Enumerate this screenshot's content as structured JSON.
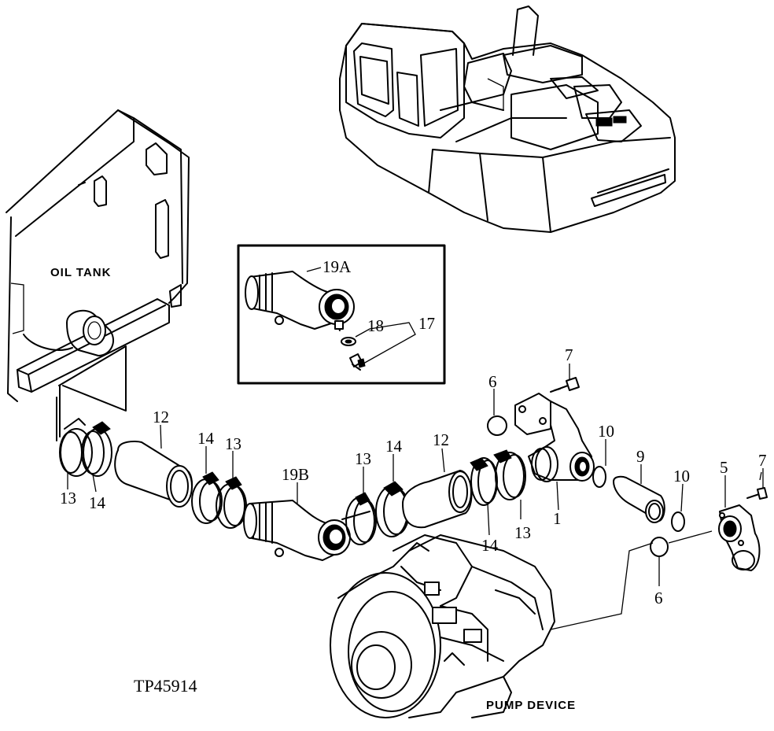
{
  "figure_id": "TP45914",
  "captions": {
    "oil_tank": "OIL TANK",
    "pump_device": "PUMP DEVICE"
  },
  "inset_labels": {
    "part_19a": "19A",
    "part_18": "18",
    "part_17": "17"
  },
  "callouts": [
    {
      "id": "c13a",
      "text": "13"
    },
    {
      "id": "c14a",
      "text": "14"
    },
    {
      "id": "c12a",
      "text": "12"
    },
    {
      "id": "c14b",
      "text": "14"
    },
    {
      "id": "c13b",
      "text": "13"
    },
    {
      "id": "c19b",
      "text": "19B"
    },
    {
      "id": "c13c",
      "text": "13"
    },
    {
      "id": "c14c",
      "text": "14"
    },
    {
      "id": "c12b",
      "text": "12"
    },
    {
      "id": "c6a",
      "text": "6"
    },
    {
      "id": "c14d",
      "text": "14"
    },
    {
      "id": "c13d",
      "text": "13"
    },
    {
      "id": "c7a",
      "text": "7"
    },
    {
      "id": "c10a",
      "text": "10"
    },
    {
      "id": "c9",
      "text": "9"
    },
    {
      "id": "c1",
      "text": "1"
    },
    {
      "id": "c10b",
      "text": "10"
    },
    {
      "id": "c5",
      "text": "5"
    },
    {
      "id": "c7b",
      "text": "7"
    },
    {
      "id": "c6b",
      "text": "6"
    }
  ]
}
